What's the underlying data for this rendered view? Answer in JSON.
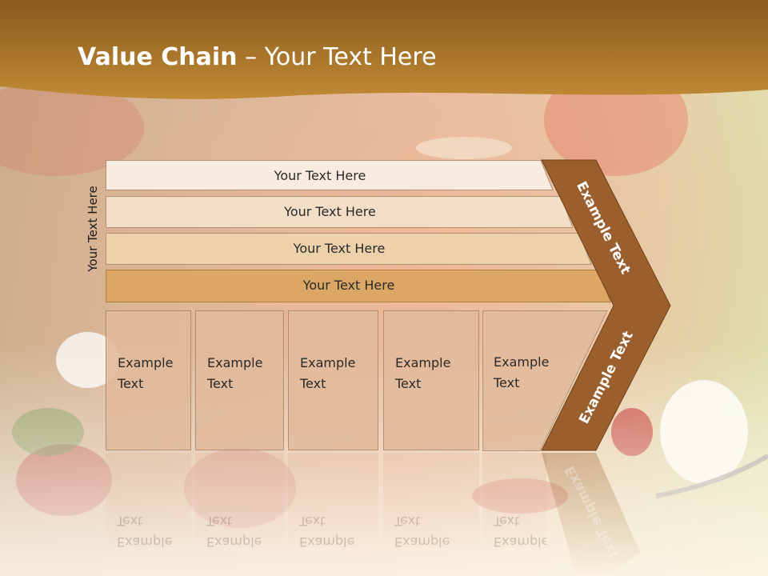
{
  "title": {
    "bold": "Value Chain",
    "rest": " – Your Text Here"
  },
  "side_label": "Your Text Here",
  "rows": [
    {
      "label": "Your Text Here"
    },
    {
      "label": "Your Text Here"
    },
    {
      "label": "Your Text Here"
    },
    {
      "label": "Your Text Here"
    }
  ],
  "boxes": [
    {
      "label": "Example\nText"
    },
    {
      "label": "Example\nText"
    },
    {
      "label": "Example\nText"
    },
    {
      "label": "Example\nText"
    },
    {
      "label": "Example\nText"
    }
  ],
  "chevron": {
    "upper_label": "Example Text",
    "lower_label": "Example Text"
  },
  "colors": {
    "header": "#a8701f",
    "row_fills": [
      "#f8ebdf",
      "#f2dec6",
      "#ecd1ab",
      "#dca764"
    ],
    "box_fill": "#e1b99b",
    "chevron": "#9a5f2c"
  }
}
